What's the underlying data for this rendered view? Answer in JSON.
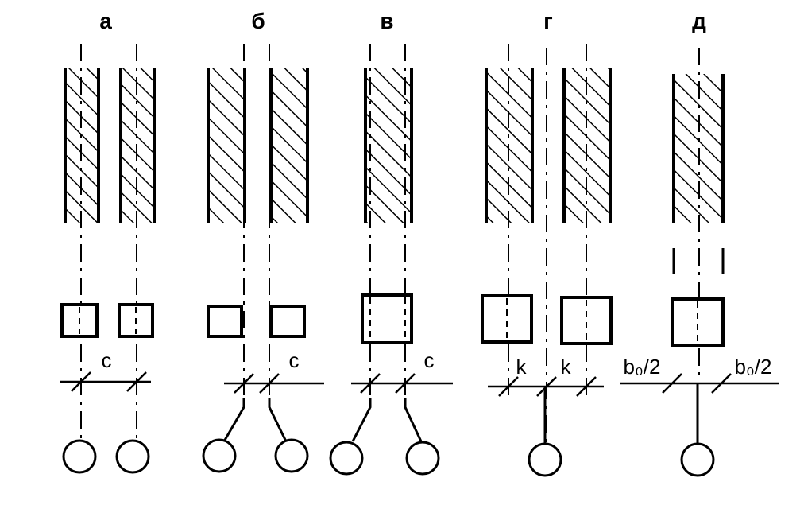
{
  "diagram": {
    "panel_labels": [
      "а",
      "б",
      "в",
      "г",
      "д"
    ],
    "dimension_labels": {
      "a_spacing": "с",
      "b_spacing": "с",
      "c_spacing": "с",
      "d_left": "k",
      "d_right": "k",
      "e_left": "b₀/2",
      "e_right": "b₀/2"
    },
    "colors": {
      "ink": "#000000",
      "background": "#ffffff"
    }
  }
}
